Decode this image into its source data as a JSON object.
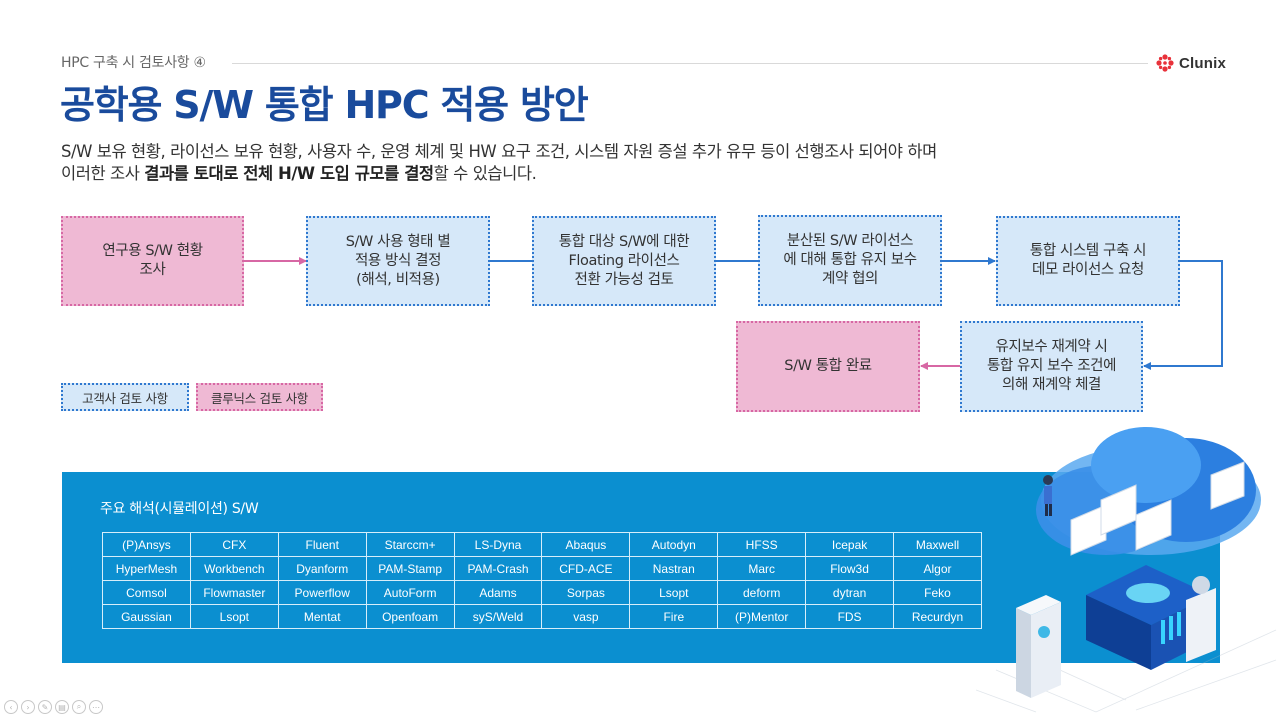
{
  "header": {
    "section_label": "HPC 구축 시 검토사항 ④",
    "brand_name": "Clunix"
  },
  "title": "공학용 S/W 통합 HPC 적용 방안",
  "description": {
    "line1": "S/W 보유 현황, 라이선스 보유 현황, 사용자 수, 운영 체계 및 HW 요구 조건, 시스템 자원 증설 추가 유무 등이 선행조사 되어야 하며",
    "line2_prefix": "이러한 조사 ",
    "line2_bold": "결과를 토대로 전체 H/W 도입 규모를 결정",
    "line2_suffix": "할 수 있습니다."
  },
  "flow": {
    "step1": "연구용 S/W 현황\n조사",
    "step2": "S/W 사용 형태 별\n적용 방식 결정\n(해석, 비적용)",
    "step3": "통합 대상 S/W에 대한\nFloating 라이선스\n전환 가능성 검토",
    "step4": "분산된 S/W 라이선스\n에 대해 통합 유지 보수\n계약 협의",
    "step5": "통합 시스템 구축 시\n데모 라이선스 요청",
    "step6": "유지보수 재계약 시\n통합 유지 보수 조건에\n의해 재계약 체결",
    "step7": "S/W 통합 완료"
  },
  "legend": {
    "client": "고객사  검토 사항",
    "clunix": "클루닉스 검토 사항"
  },
  "software": {
    "title": "주요 해석(시뮬레이션) S/W",
    "rows": [
      [
        "(P)Ansys",
        "CFX",
        "Fluent",
        "Starccm+",
        "LS-Dyna",
        "Abaqus",
        "Autodyn",
        "HFSS",
        "Icepak",
        "Maxwell"
      ],
      [
        "HyperMesh",
        "Workbench",
        "Dyanform",
        "PAM-Stamp",
        "PAM-Crash",
        "CFD-ACE",
        "Nastran",
        "Marc",
        "Flow3d",
        "Algor"
      ],
      [
        "Comsol",
        "Flowmaster",
        "Powerflow",
        "AutoForm",
        "Adams",
        "Sorpas",
        "Lsopt",
        "deform",
        "dytran",
        "Feko"
      ],
      [
        "Gaussian",
        "Lsopt",
        "Mentat",
        "Openfoam",
        "syS/Weld",
        "vasp",
        "Fire",
        "(P)Mentor",
        "FDS",
        "Recurdyn"
      ]
    ]
  },
  "colors": {
    "title": "#1a4b9c",
    "client_fill": "#d6e8f9",
    "client_border": "#2f78cf",
    "clunix_fill": "#efb9d4",
    "clunix_border": "#d767a4",
    "panel": "#0b8fd0",
    "brand_accent": "#e8313a"
  }
}
